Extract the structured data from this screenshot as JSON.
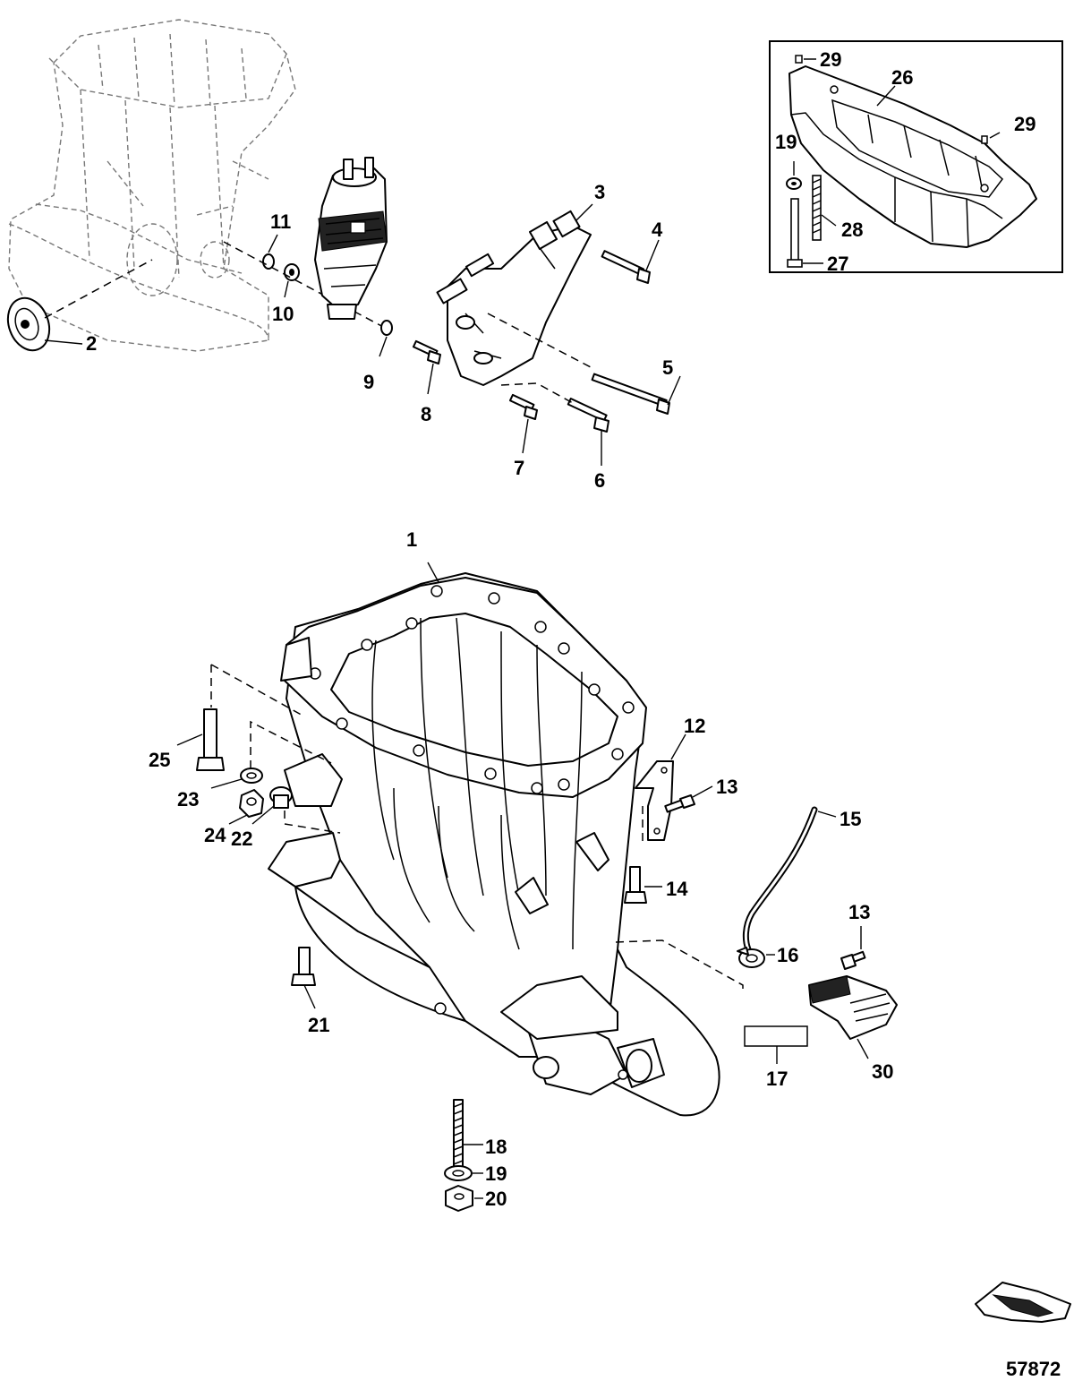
{
  "figure_number": "57872",
  "callouts": [
    "1",
    "2",
    "3",
    "4",
    "5",
    "6",
    "7",
    "8",
    "9",
    "10",
    "11",
    "12",
    "13",
    "13",
    "14",
    "15",
    "16",
    "17",
    "18",
    "19",
    "19",
    "20",
    "21",
    "22",
    "23",
    "24",
    "25",
    "26",
    "27",
    "28",
    "29",
    "29",
    "30"
  ],
  "inset": {
    "callouts": [
      "29",
      "26",
      "29",
      "19",
      "28",
      "27"
    ]
  }
}
